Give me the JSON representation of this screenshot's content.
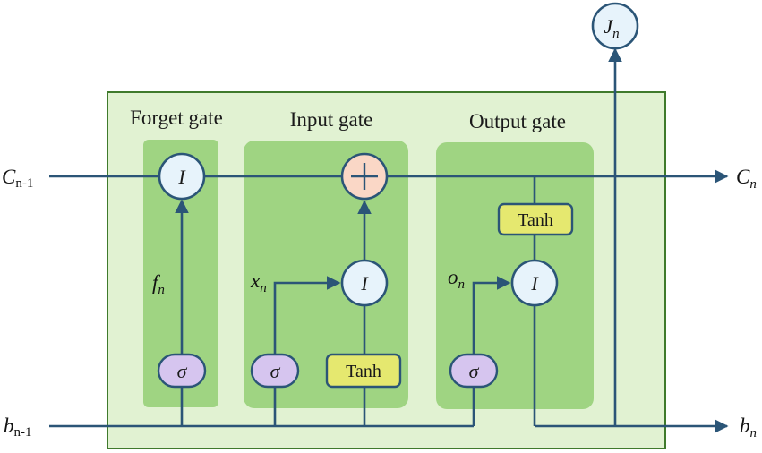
{
  "gates": {
    "forget": {
      "title": "Forget gate"
    },
    "input": {
      "title": "Input gate"
    },
    "output": {
      "title": "Output gate"
    }
  },
  "labels": {
    "c_prev": {
      "base": "C",
      "sub": "n-1"
    },
    "c_next": {
      "base": "C",
      "sub": "n"
    },
    "b_prev": {
      "base": "b",
      "sub": "n-1"
    },
    "b_next": {
      "base": "b",
      "sub": "n"
    },
    "j_out": {
      "base": "J",
      "sub": "n"
    },
    "f": {
      "base": "f",
      "sub": "n"
    },
    "x": {
      "base": "x",
      "sub": "n"
    },
    "o": {
      "base": "o",
      "sub": "n"
    }
  },
  "nodes": {
    "multiply_symbol": "I",
    "sigma_symbol": "σ",
    "tanh_label": "Tanh"
  },
  "colors": {
    "outer_panel": "#e1f2d2",
    "outer_border": "#3f7a2c",
    "gate_panel": "#9fd482",
    "circle_fill": "#e7f3fb",
    "plus_fill": "#fad7c6",
    "sigma_fill": "#d6c5ef",
    "tanh_fill": "#e5e86f",
    "line": "#2b5577"
  }
}
